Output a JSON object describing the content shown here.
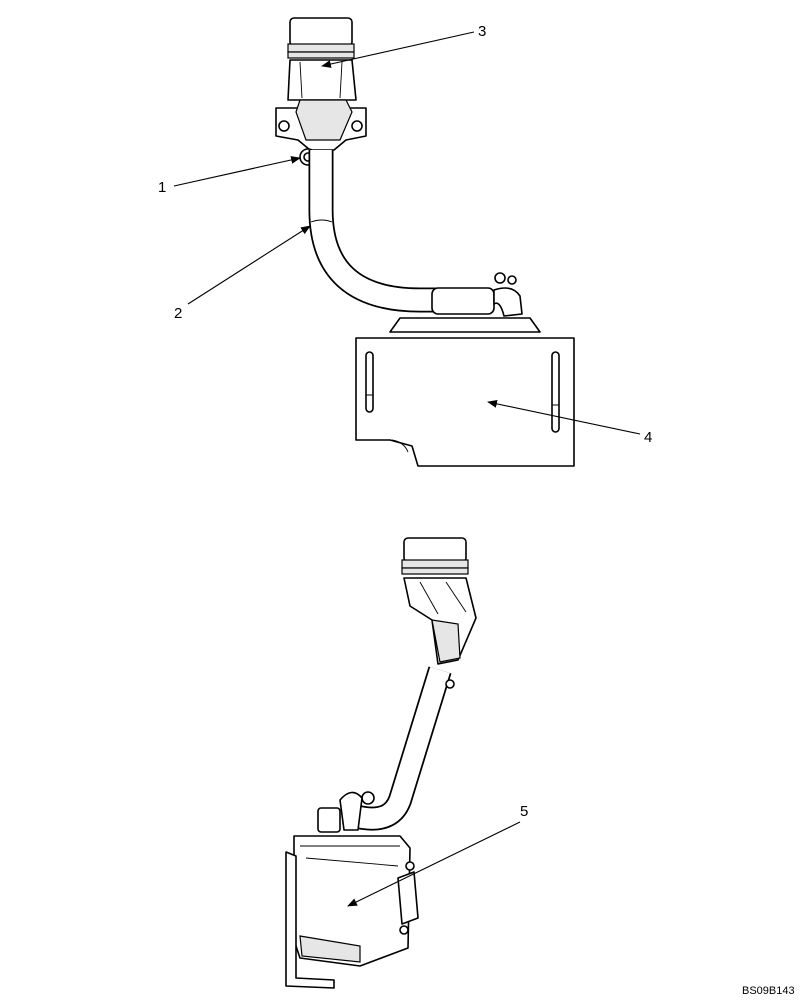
{
  "callouts": [
    "1",
    "2",
    "3",
    "4",
    "5"
  ],
  "reference_code": "BS09B143",
  "colors": {
    "line": "#000000",
    "background": "#ffffff",
    "shade": "#e6e6e6"
  }
}
